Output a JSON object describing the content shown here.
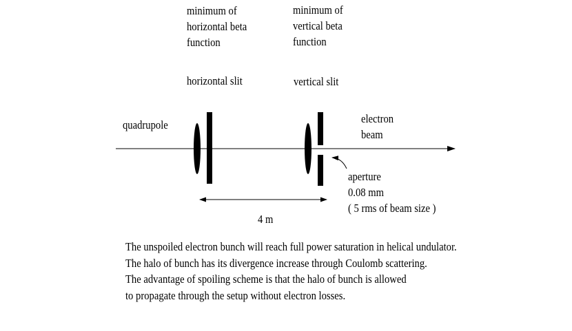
{
  "labels": {
    "min_horizontal_beta": [
      "minimum  of",
      "horizontal beta",
      "function"
    ],
    "min_vertical_beta": [
      "minimum of",
      "vertical beta",
      "function"
    ],
    "horizontal_slit": "horizontal slit",
    "vertical_slit": "vertical slit",
    "quadrupole": "quadrupole",
    "electron_beam": [
      "electron",
      "beam"
    ],
    "aperture": [
      "aperture",
      "0.08 mm",
      "( 5 rms of beam size )"
    ],
    "distance": "4 m"
  },
  "caption": [
    "The unspoiled electron bunch will reach full power saturation in helical undulator.",
    "The halo of bunch has its divergence increase through Coulomb scattering.",
    "The advantage of spoiling scheme is that the halo of bunch is allowed",
    "to propagate through the setup without electron losses."
  ]
}
